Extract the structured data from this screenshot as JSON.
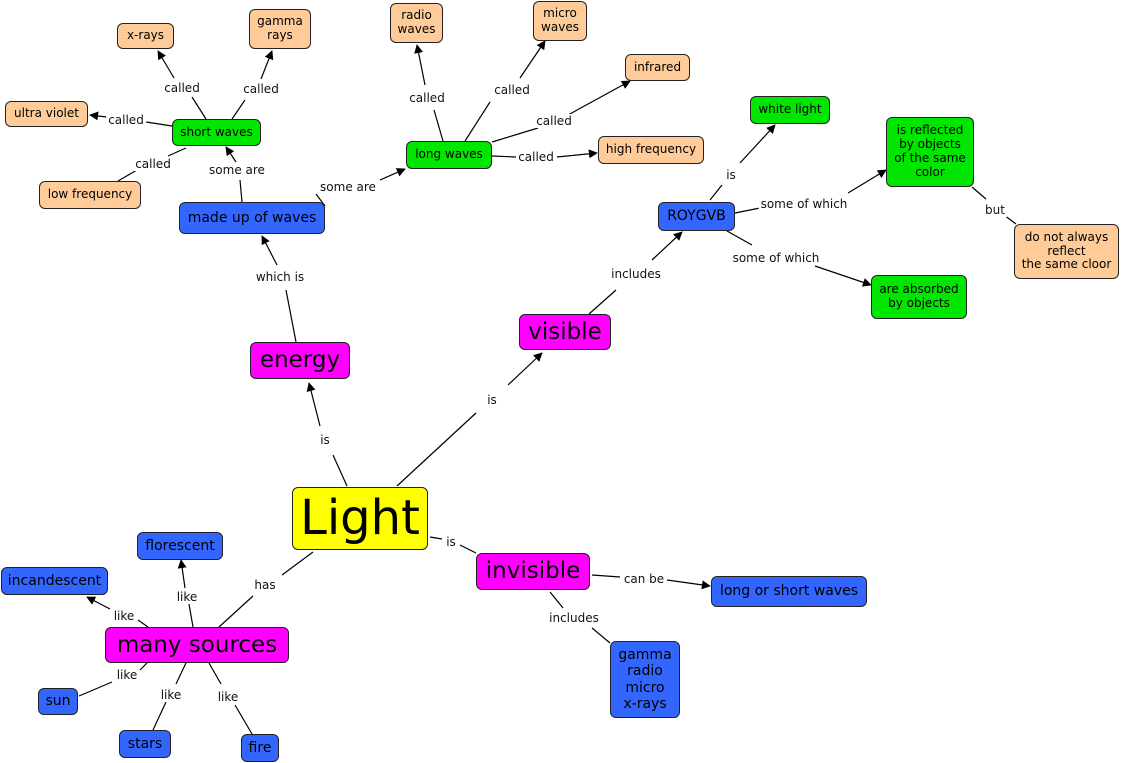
{
  "colors": {
    "yellow": "#ffff00",
    "magenta": "#ff00ff",
    "blue": "#3366ff",
    "green": "#00e600",
    "orange": "#ffcc99",
    "line": "#000000"
  },
  "nodes": {
    "light": "Light",
    "energy": "energy",
    "visible": "visible",
    "invisible": "invisible",
    "many_sources": "many sources",
    "made_up_of_waves": "made up of waves",
    "short_waves": "short waves",
    "long_waves": "long waves",
    "x_rays": "x-rays",
    "gamma_rays": "gamma\nrays",
    "ultra_violet": "ultra violet",
    "low_frequency": "low frequency",
    "radio_waves": "radio\nwaves",
    "micro_waves": "micro\nwaves",
    "infrared": "infrared",
    "high_frequency": "high frequency",
    "roygvb": "ROYGVB",
    "white_light": "white light",
    "is_reflected": "is reflected\nby objects\nof the same\ncolor",
    "are_absorbed": "are absorbed\nby objects",
    "do_not_always": "do not always\nreflect\nthe same cloor",
    "long_or_short": "long or short waves",
    "gamma_radio": "gamma\nradio\nmicro\nx-rays",
    "florescent": "florescent",
    "incandescent": "incandescent",
    "sun": "sun",
    "stars": "stars",
    "fire": "fire"
  },
  "links": {
    "light_energy": "is",
    "light_visible": "is",
    "light_invisible": "is",
    "light_sources": "has",
    "energy_waves": "which is",
    "waves_short": "some are",
    "waves_long": "some are",
    "short_xrays": "called",
    "short_gamma": "called",
    "short_uv": "called",
    "short_lowfreq": "called",
    "long_radio": "called",
    "long_micro": "called",
    "long_infrared": "called",
    "long_highfreq": "called",
    "visible_roygvb": "includes",
    "roygvb_white": "is",
    "roygvb_reflected": "some of which",
    "roygvb_absorbed": "some of which",
    "reflected_but": "but",
    "invisible_canbe": "can be",
    "invisible_includes": "includes",
    "sources_florescent": "like",
    "sources_incandescent": "like",
    "sources_sun": "like",
    "sources_stars": "like",
    "sources_fire": "like"
  }
}
